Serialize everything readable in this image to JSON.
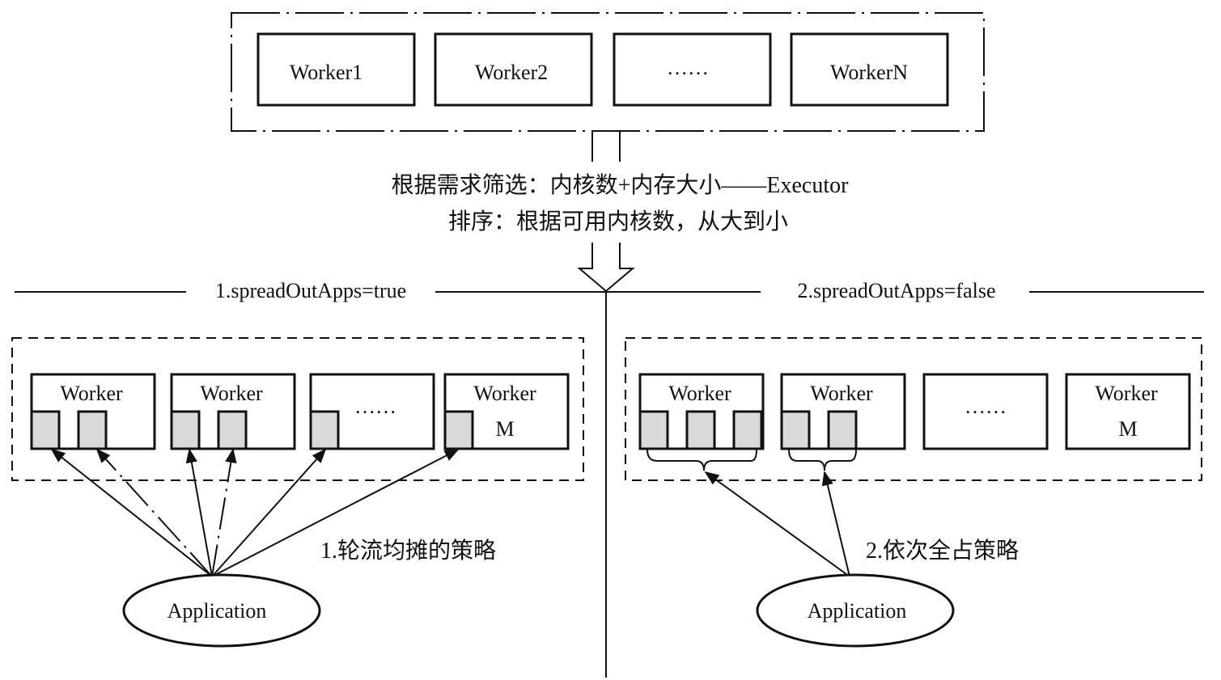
{
  "top_cluster": {
    "workers": [
      "Worker1",
      "Worker2",
      "……",
      "WorkerN"
    ]
  },
  "filter_text": {
    "line1": "根据需求筛选：内核数+内存大小——Executor",
    "line2": "排序：根据可用内核数，从大到小"
  },
  "sections": {
    "left": {
      "title": "1.spreadOutApps=true",
      "workers": [
        {
          "label": "Worker",
          "sub": "",
          "slots": 2
        },
        {
          "label": "Worker",
          "sub": "",
          "slots": 2
        },
        {
          "label": "……",
          "sub": "",
          "slots": 1
        },
        {
          "label": "Worker",
          "sub": "M",
          "slots": 1
        }
      ],
      "strategy": "1.轮流均摊的策略",
      "application": "Application"
    },
    "right": {
      "title": "2.spreadOutApps=false",
      "workers": [
        {
          "label": "Worker",
          "sub": "",
          "slots": 3
        },
        {
          "label": "Worker",
          "sub": "",
          "slots": 2
        },
        {
          "label": "……",
          "sub": "",
          "slots": 0
        },
        {
          "label": "Worker",
          "sub": "M",
          "slots": 0
        }
      ],
      "strategy": "2.依次全占策略",
      "application": "Application"
    }
  },
  "colors": {
    "stroke": "#111111",
    "slot_fill": "#d9d9d9"
  }
}
